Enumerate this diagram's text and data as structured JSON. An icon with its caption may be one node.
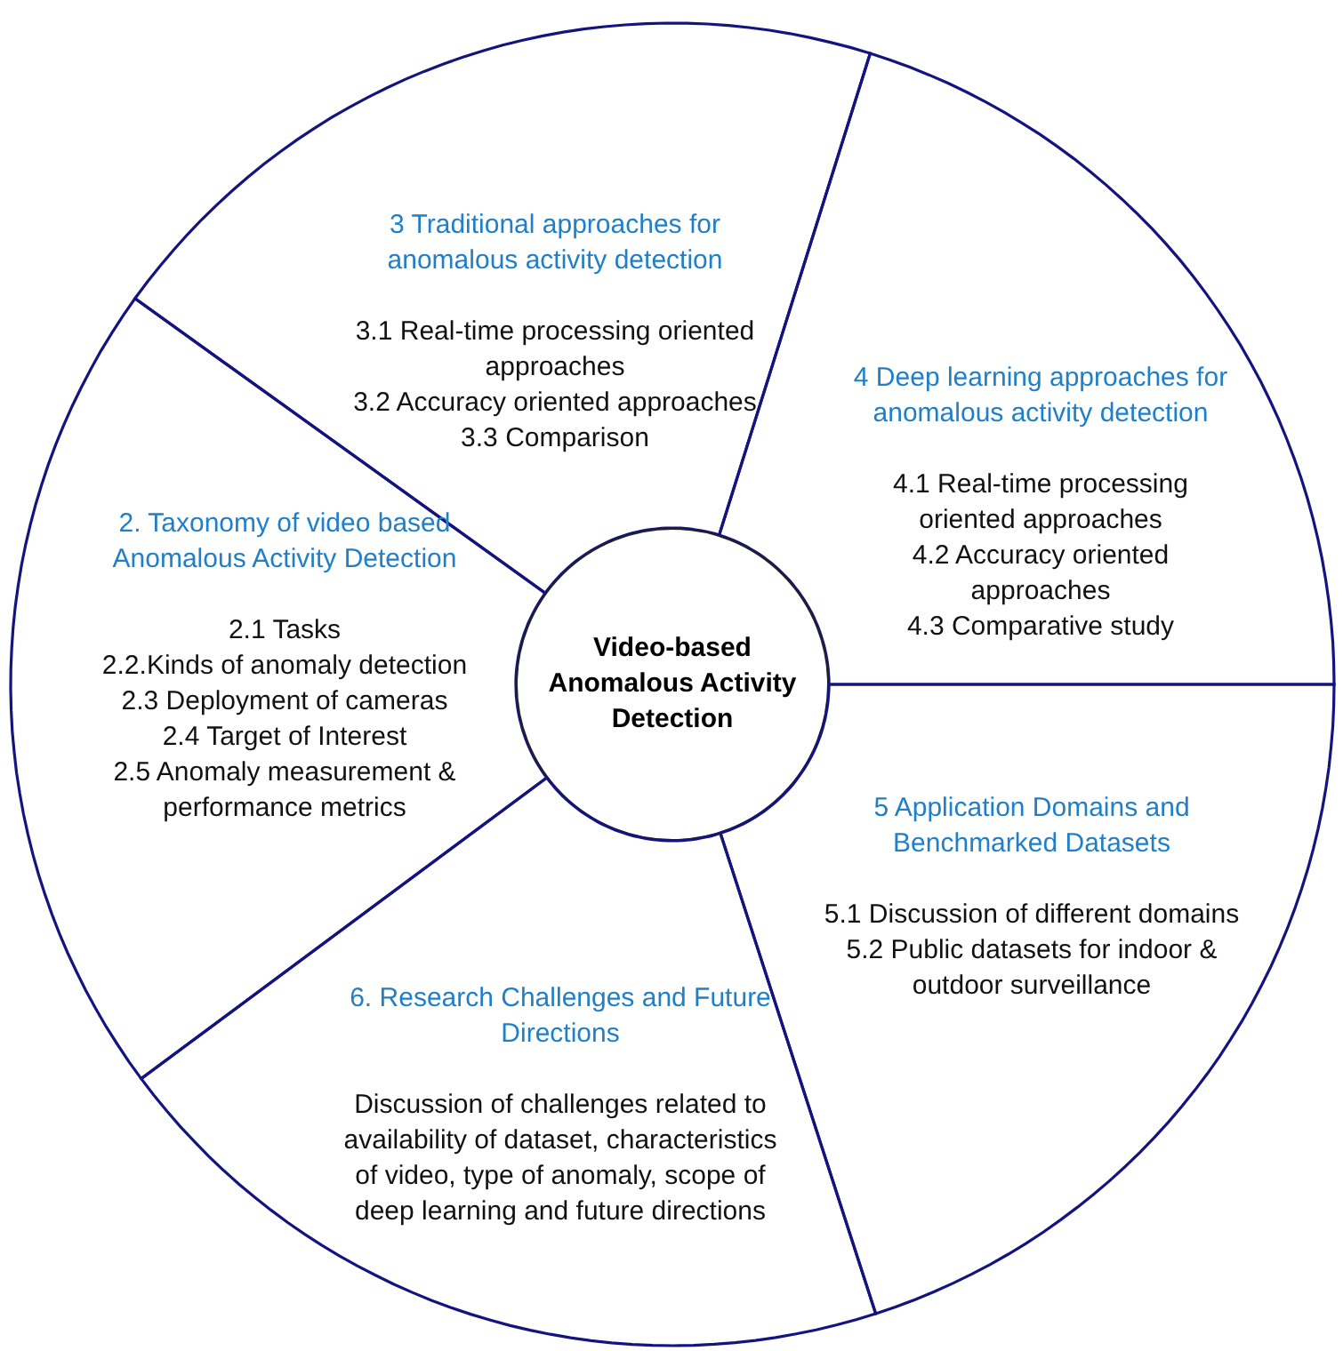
{
  "diagram": {
    "nodes": [
      {
        "text": [
          "3 Traditional approaches for anomalous activity detection",
          "3.1 Real-time processing oriented approaches",
          "3.2 Accuracy oriented approaches",
          "3.3 Comparison"
        ]
      },
      {
        "text": [
          "4 Deep learning approaches for anomalous activity detection",
          "4.1 Real-time processing oriented approaches",
          "4.2 Accuracy oriented approaches",
          "4.3 Comparative study"
        ]
      },
      {
        "text": [
          "2. Taxonomy of video based Anomalous Activity Detection",
          "2.1 Tasks",
          "2.2.Kinds of anomaly detection",
          "2.3 Deployment of cameras",
          "2.4 Target of Interest",
          "2.5 Anomaly measurement & performance metrics"
        ]
      },
      {
        "text": [
          "Video-based Anomalous Activity Detection"
        ]
      },
      {
        "text": [
          "5 Application Domains and Benchmarked Datasets",
          "5.1 Discussion of different domains",
          "5.2 Public datasets for indoor & outdoor surveillance"
        ]
      },
      {
        "text": [
          "6. Research Challenges and Future Directions",
          "Discussion of challenges related to availability of dataset, characteristics of video, type of anomaly, scope of deep learning and future directions"
        ]
      }
    ],
    "edges": []
  }
}
